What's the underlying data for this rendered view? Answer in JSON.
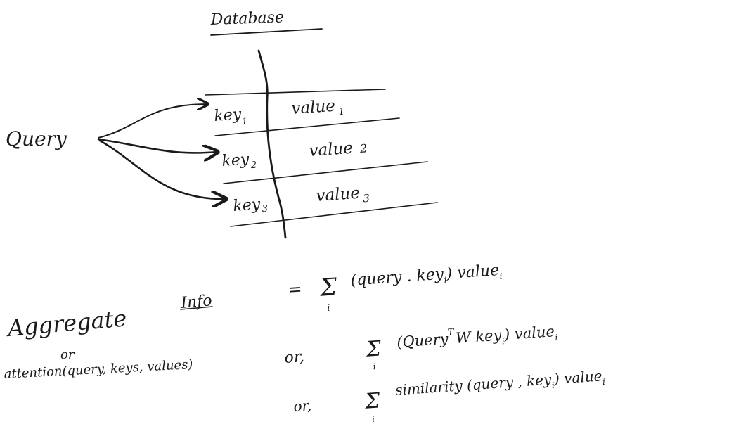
{
  "database": {
    "title": "Database",
    "rows": [
      {
        "key": "key",
        "key_sub": "1",
        "value": "value",
        "value_sub": "1"
      },
      {
        "key": "key",
        "key_sub": "2",
        "value": "value",
        "value_sub": "2"
      },
      {
        "key": "key",
        "key_sub": "3",
        "value": "value",
        "value_sub": "3"
      }
    ]
  },
  "query_label": "Query",
  "aggregate": {
    "label": "Aggregate",
    "info": "Info",
    "or_1": "or",
    "attention_call": "attention(query, keys, values)"
  },
  "formulas": {
    "f1": {
      "prefix": "=",
      "sum": "Σ",
      "index": "i",
      "body": "(query . key",
      "key_sub": "i",
      "tail": ") value",
      "tail_sub": "i"
    },
    "f2": {
      "prefix": "or,",
      "sum": "Σ",
      "index": "i",
      "body": "(Query",
      "sup": "T",
      "body2": "W key",
      "key_sub": "i",
      "tail": ") value",
      "tail_sub": "i"
    },
    "f3": {
      "prefix": "or,",
      "sum": "Σ",
      "index": "i",
      "body": "similarity (query , key",
      "key_sub": "i",
      "tail": ") value",
      "tail_sub": "i"
    }
  },
  "colors": {
    "ink": "#1a1a1a",
    "background": "#ffffff"
  }
}
